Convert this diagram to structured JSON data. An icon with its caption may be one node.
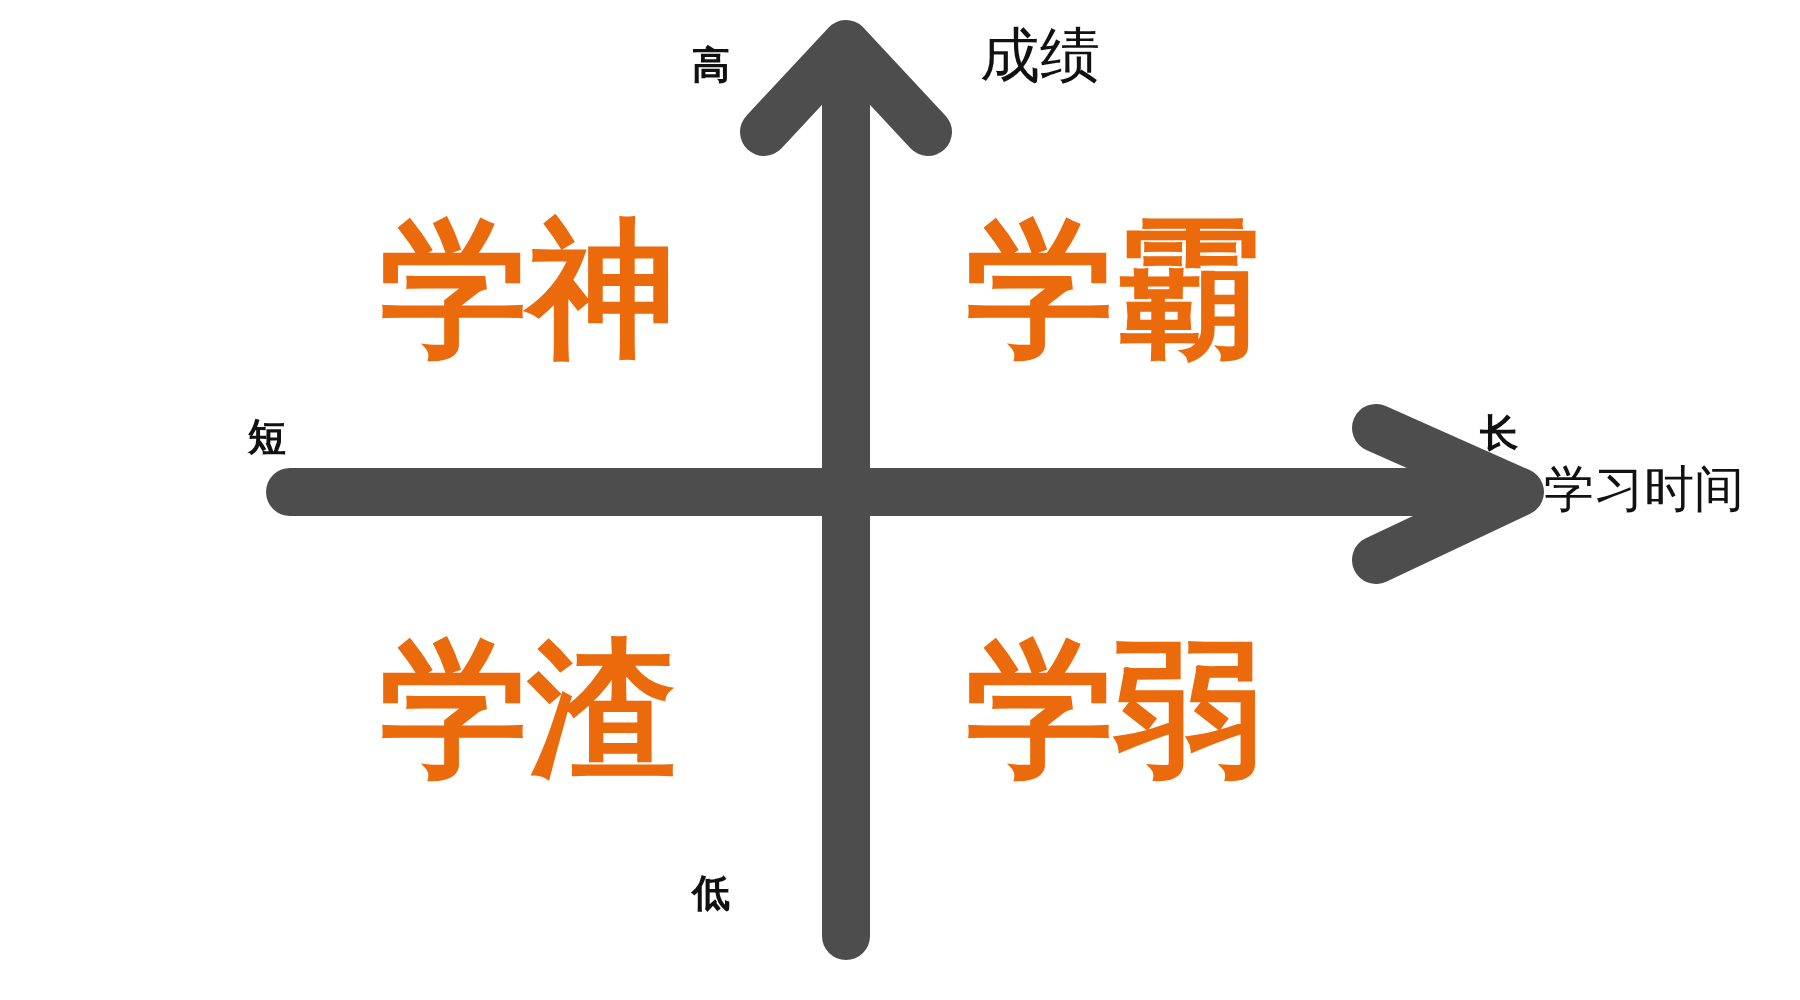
{
  "diagram": {
    "labels": [
      "高",
      "成绩",
      "学神",
      "学霸",
      "短",
      "长",
      "学习时间",
      "学渣",
      "学弱",
      "低"
    ]
  }
}
